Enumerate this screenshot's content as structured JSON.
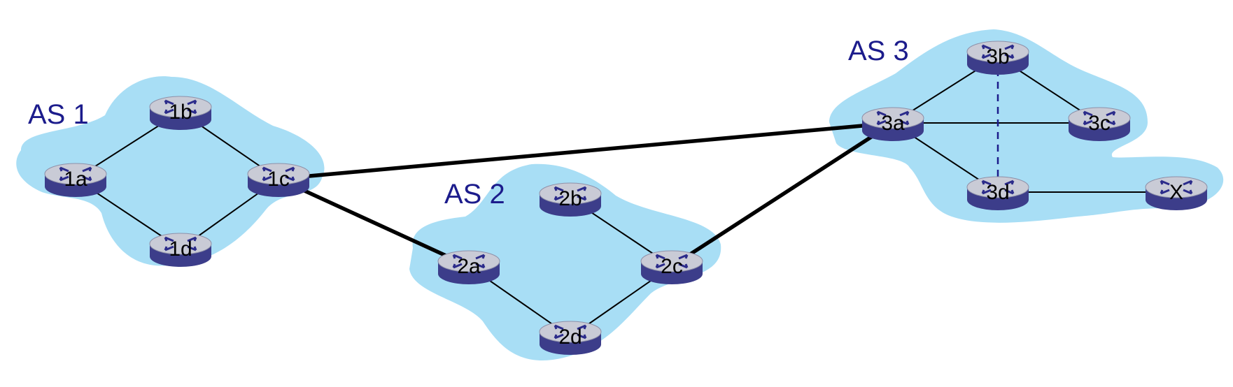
{
  "colors": {
    "cloud": "#a8def5",
    "as_label": "#1c1c8c",
    "router_top": "#c9cbd6",
    "router_side": "#3c3d8a",
    "router_arrow": "#2b2b8a",
    "link": "#000000",
    "ibgp_link": "#1c1c8c"
  },
  "systems": [
    {
      "id": "as1",
      "label": "AS 1"
    },
    {
      "id": "as2",
      "label": "AS 2"
    },
    {
      "id": "as3",
      "label": "AS 3"
    }
  ],
  "routers": [
    {
      "id": "1a",
      "label": "1a",
      "icon": "router-icon"
    },
    {
      "id": "1b",
      "label": "1b",
      "icon": "router-icon"
    },
    {
      "id": "1c",
      "label": "1c",
      "icon": "router-icon"
    },
    {
      "id": "1d",
      "label": "1d",
      "icon": "router-icon"
    },
    {
      "id": "2a",
      "label": "2a",
      "icon": "router-icon"
    },
    {
      "id": "2b",
      "label": "2b",
      "icon": "router-icon"
    },
    {
      "id": "2c",
      "label": "2c",
      "icon": "router-icon"
    },
    {
      "id": "2d",
      "label": "2d",
      "icon": "router-icon"
    },
    {
      "id": "3a",
      "label": "3a",
      "icon": "router-icon"
    },
    {
      "id": "3b",
      "label": "3b",
      "icon": "router-icon"
    },
    {
      "id": "3c",
      "label": "3c",
      "icon": "router-icon"
    },
    {
      "id": "3d",
      "label": "3d",
      "icon": "router-icon"
    },
    {
      "id": "X",
      "label": "X",
      "icon": "router-icon"
    }
  ],
  "links": [
    {
      "from": "1a",
      "to": "1b",
      "kind": "intra"
    },
    {
      "from": "1a",
      "to": "1d",
      "kind": "intra"
    },
    {
      "from": "1b",
      "to": "1c",
      "kind": "intra"
    },
    {
      "from": "1d",
      "to": "1c",
      "kind": "intra"
    },
    {
      "from": "2b",
      "to": "2c",
      "kind": "intra"
    },
    {
      "from": "2a",
      "to": "2d",
      "kind": "intra"
    },
    {
      "from": "2d",
      "to": "2c",
      "kind": "intra"
    },
    {
      "from": "3a",
      "to": "3b",
      "kind": "intra"
    },
    {
      "from": "3a",
      "to": "3c",
      "kind": "intra"
    },
    {
      "from": "3a",
      "to": "3d",
      "kind": "intra"
    },
    {
      "from": "3b",
      "to": "3c",
      "kind": "intra"
    },
    {
      "from": "3d",
      "to": "X",
      "kind": "intra"
    },
    {
      "from": "3b",
      "to": "3d",
      "kind": "ibgp"
    },
    {
      "from": "1c",
      "to": "3a",
      "kind": "inter"
    },
    {
      "from": "1c",
      "to": "2a",
      "kind": "inter"
    },
    {
      "from": "2c",
      "to": "3a",
      "kind": "inter"
    }
  ]
}
